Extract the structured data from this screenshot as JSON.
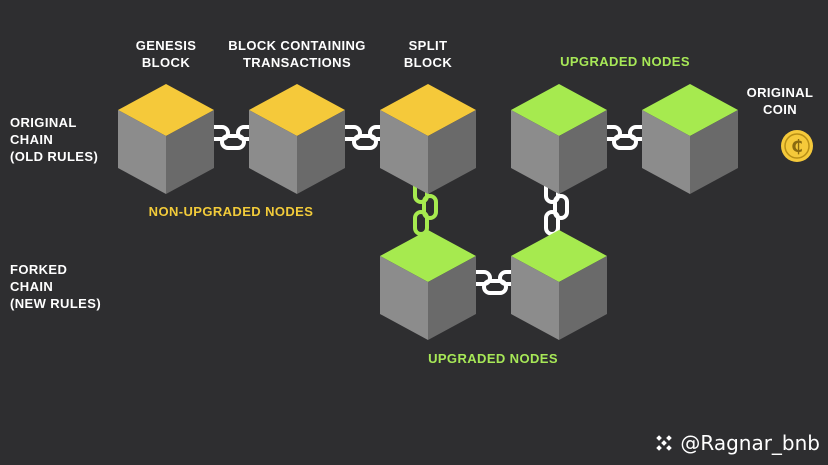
{
  "labels": {
    "genesis": "GENESIS\nBLOCK",
    "block_containing": "BLOCK CONTAINING\nTRANSACTIONS",
    "split": "SPLIT\nBLOCK",
    "upgraded_top": "UPGRADED NODES",
    "original_coin": "ORIGINAL\nCOIN",
    "original_chain": "ORIGINAL\nCHAIN\n(OLD RULES)",
    "non_upgraded": "NON-UPGRADED NODES",
    "forked_chain": "FORKED\nCHAIN\n(NEW RULES)",
    "upgraded_bottom": "UPGRADED NODES"
  },
  "coin_symbol": "₵",
  "watermark": {
    "handle": "@Ragnar_bnb"
  },
  "colors": {
    "background": "#2e2e30",
    "yellow_top": "#f5c93a",
    "green_top": "#a6ea4f",
    "cube_left": "#8c8c8c",
    "cube_right": "#6a6a6a",
    "chain_white": "#ffffff",
    "chain_green": "#a6ea4f",
    "label_yellow": "#f2cb3a",
    "label_green": "#a7e857"
  }
}
